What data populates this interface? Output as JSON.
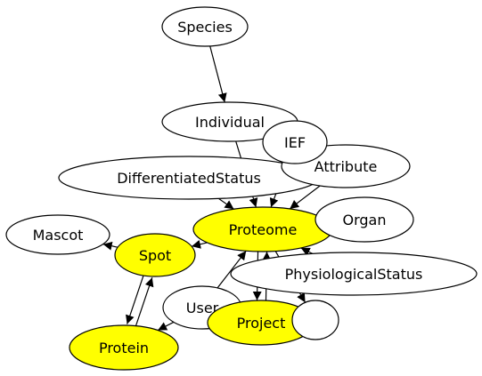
{
  "diagram": {
    "nodes": [
      {
        "id": "species",
        "label": "Species",
        "highlighted": false
      },
      {
        "id": "individual",
        "label": "Individual",
        "highlighted": false
      },
      {
        "id": "ief",
        "label": "IEF",
        "highlighted": false
      },
      {
        "id": "attribute",
        "label": "Attribute",
        "highlighted": false
      },
      {
        "id": "differentiatedstatus",
        "label": "DifferentiatedStatus",
        "highlighted": false
      },
      {
        "id": "proteome",
        "label": "Proteome",
        "highlighted": true
      },
      {
        "id": "organ",
        "label": "Organ",
        "highlighted": false
      },
      {
        "id": "mascot",
        "label": "Mascot",
        "highlighted": false
      },
      {
        "id": "spot",
        "label": "Spot",
        "highlighted": true
      },
      {
        "id": "physiologicalstatus",
        "label": "PhysiologicalStatus",
        "highlighted": false
      },
      {
        "id": "user",
        "label": "User",
        "highlighted": false
      },
      {
        "id": "project",
        "label": "Project",
        "highlighted": true
      },
      {
        "id": "unknown",
        "label": "",
        "highlighted": false
      },
      {
        "id": "protein",
        "label": "Protein",
        "highlighted": true
      }
    ],
    "edges": [
      {
        "from": "species",
        "to": "individual"
      },
      {
        "from": "individual",
        "to": "proteome"
      },
      {
        "from": "ief",
        "to": "proteome"
      },
      {
        "from": "attribute",
        "to": "proteome"
      },
      {
        "from": "differentiatedstatus",
        "to": "proteome"
      },
      {
        "from": "proteome",
        "to": "organ"
      },
      {
        "from": "proteome",
        "to": "spot"
      },
      {
        "from": "spot",
        "to": "mascot"
      },
      {
        "from": "physiologicalstatus",
        "to": "proteome"
      },
      {
        "from": "user",
        "to": "proteome"
      },
      {
        "from": "user",
        "to": "project"
      },
      {
        "from": "user",
        "to": "protein"
      },
      {
        "from": "project",
        "to": "proteome"
      },
      {
        "from": "proteome",
        "to": "project"
      },
      {
        "from": "proteome",
        "to": "unknown"
      },
      {
        "from": "protein",
        "to": "spot"
      },
      {
        "from": "spot",
        "to": "protein"
      }
    ],
    "colors": {
      "highlight_fill": "#ffff00",
      "node_fill": "#ffffff",
      "stroke": "#000000"
    }
  }
}
